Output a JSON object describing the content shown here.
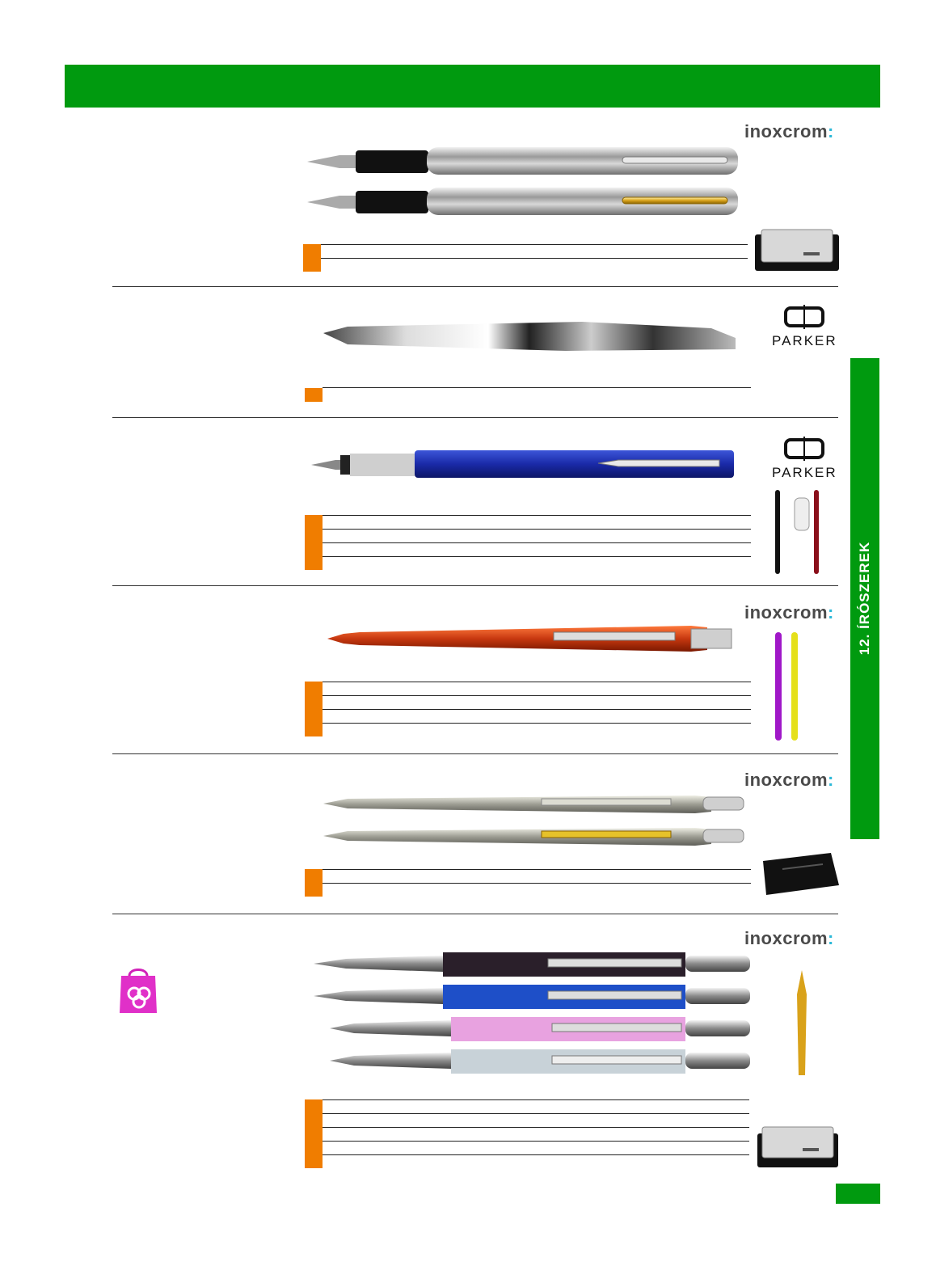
{
  "side_tab": {
    "label": "12. ÍRÓSZEREK"
  },
  "brands": {
    "inoxcrom": "inoxcrom",
    "parker": "PARKER"
  },
  "colors": {
    "header_green": "#009a0f",
    "orange": "#f07d00",
    "inoxcrom_accent": "#2bb8d8"
  },
  "sections": [
    {
      "brand": "inoxcrom",
      "product": "fountain-pen-steel",
      "variant_rows": 2
    },
    {
      "brand": "PARKER",
      "product": "fountain-pen-blur",
      "variant_rows": 1
    },
    {
      "brand": "PARKER",
      "product": "fountain-pen-blue",
      "variant_rows": 4
    },
    {
      "brand": "inoxcrom",
      "product": "ballpoint-red",
      "variant_rows": 4
    },
    {
      "brand": "inoxcrom",
      "product": "ballpoint-steel",
      "variant_rows": 2
    },
    {
      "brand": "inoxcrom",
      "product": "ballpoint-colors",
      "variant_rows": 5
    }
  ],
  "icons": {
    "gift_bag": "shopping-bag-icon",
    "gift_box": "gift-box-icon"
  }
}
